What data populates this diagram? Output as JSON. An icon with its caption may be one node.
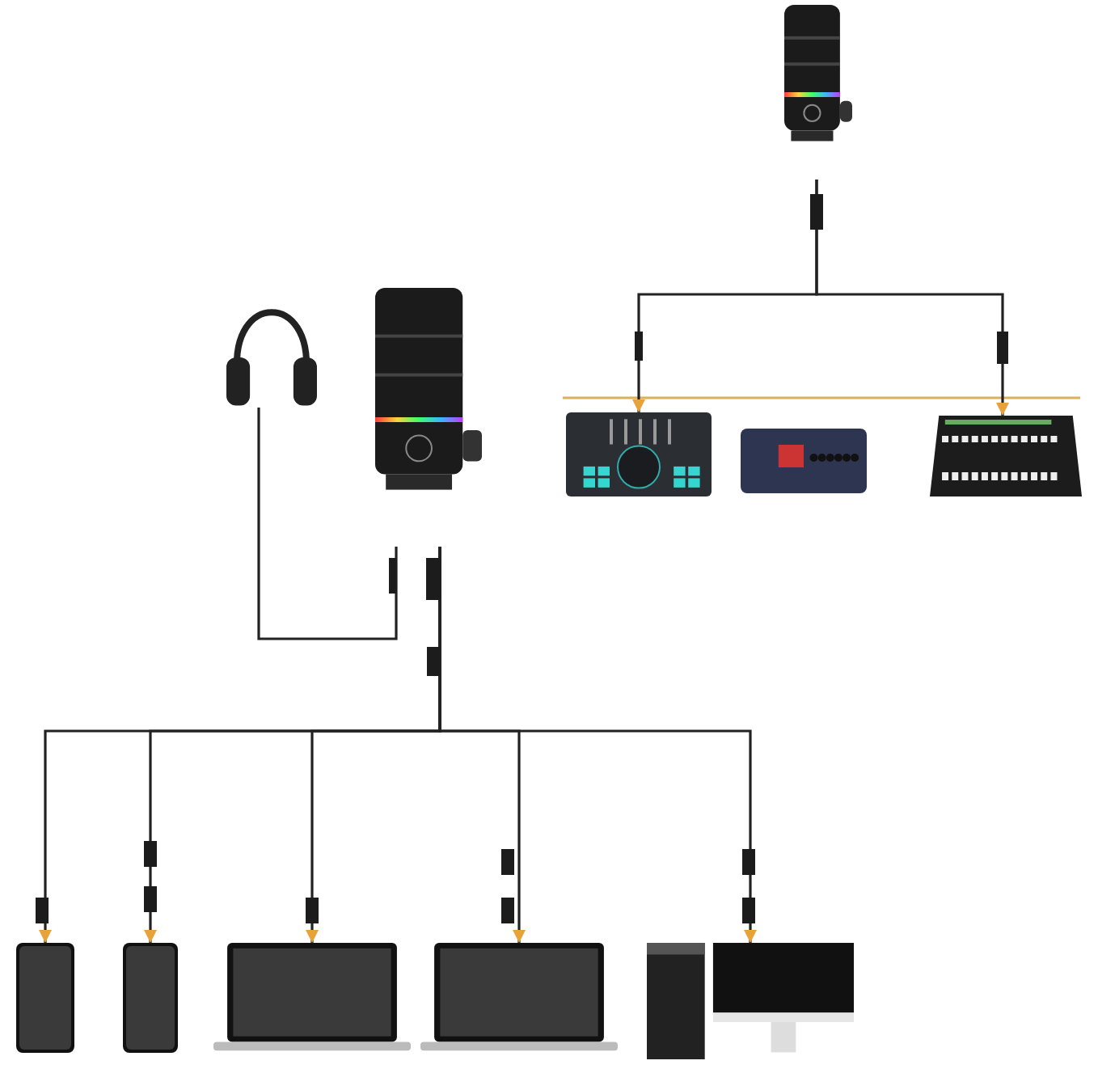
{
  "diagram": {
    "nodes": [
      {
        "text": [],
        "shape": "picture"
      },
      {
        "text": [],
        "shape": "picture"
      },
      {
        "text": [],
        "shape": "picture"
      },
      {
        "text": [],
        "shape": "picture"
      },
      {
        "text": [],
        "shape": "picture"
      },
      {
        "text": [],
        "shape": "picture"
      },
      {
        "text": [],
        "shape": "picture"
      },
      {
        "text": [],
        "shape": "picture"
      },
      {
        "text": [],
        "shape": "picture"
      },
      {
        "text": [],
        "shape": "picture"
      },
      {
        "text": [],
        "shape": "picture"
      }
    ],
    "edges": [
      {
        "from": 0,
        "to": 1,
        "arrow": "to"
      },
      {
        "from": 0,
        "to": 3,
        "arrow": "to"
      },
      {
        "from": 5,
        "to": 4,
        "arrow": "none"
      },
      {
        "from": 5,
        "to": 6,
        "arrow": "to"
      },
      {
        "from": 5,
        "to": 7,
        "arrow": "to"
      },
      {
        "from": 5,
        "to": 8,
        "arrow": "to"
      },
      {
        "from": 5,
        "to": 9,
        "arrow": "to"
      },
      {
        "from": 5,
        "to": 10,
        "arrow": "to"
      }
    ]
  }
}
